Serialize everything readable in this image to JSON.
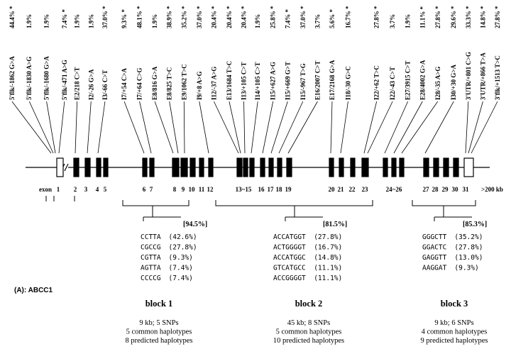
{
  "snps": [
    {
      "label": "5'flk/-1862 G>A",
      "freq": "44.4%",
      "star": true
    },
    {
      "label": "5'flk/-1830 A>G",
      "freq": "1.9%",
      "star": false
    },
    {
      "label": "5'flk/-1680 G>A",
      "freq": "1.9%",
      "star": false
    },
    {
      "label": "5'flk/-471 A>G",
      "freq": "7.4%",
      "star": true
    },
    {
      "label": "E2/218 C>T",
      "freq": "1.9%",
      "star": false
    },
    {
      "label": "I2/-26 G>A",
      "freq": "1.9%",
      "star": false
    },
    {
      "label": "I3/-66 C>T",
      "freq": "37.0%",
      "star": true
    },
    {
      "label": "I7/+54 C>A",
      "freq": "9.3%",
      "star": true
    },
    {
      "label": "I7/+64 C>G",
      "freq": "48.1%",
      "star": true
    },
    {
      "label": "E8/816 G>A",
      "freq": "1.9%",
      "star": false
    },
    {
      "label": "E8/825 T>C",
      "freq": "38.9%",
      "star": true
    },
    {
      "label": "E9/1062 T>C",
      "freq": "35.2%",
      "star": true
    },
    {
      "label": "I9/+8 A>G",
      "freq": "37.0%",
      "star": true
    },
    {
      "label": "I12/-37 A>G",
      "freq": "20.4%",
      "star": true
    },
    {
      "label": "E13/1684 T>C",
      "freq": "20.4%",
      "star": true
    },
    {
      "label": "I13/+105 C>T",
      "freq": "20.4%",
      "star": true
    },
    {
      "label": "I14/+105 C>T",
      "freq": "1.9%",
      "star": false
    },
    {
      "label": "I15/+627 A>G",
      "freq": "25.8%",
      "star": true
    },
    {
      "label": "I15/+669 G>T",
      "freq": "7.4%",
      "star": true
    },
    {
      "label": "I15/-967 T>G",
      "freq": "37.0%",
      "star": true
    },
    {
      "label": "E16/2007 C>T",
      "freq": "3.7%",
      "star": false
    },
    {
      "label": "E17/2168 G>A",
      "freq": "5.6%",
      "star": true
    },
    {
      "label": "I18/-30 G>C",
      "freq": "16.7%",
      "star": true
    },
    {
      "label": "I22/+62 T>C",
      "freq": "27.8%",
      "star": true
    },
    {
      "label": "I22/-43 C>T",
      "freq": "3.7%",
      "star": false
    },
    {
      "label": "E27/3915 C>T",
      "freq": "1.9%",
      "star": false
    },
    {
      "label": "E28/4002 G>A",
      "freq": "11.1%",
      "star": true
    },
    {
      "label": "I28/-35 A>G",
      "freq": "27.8%",
      "star": true
    },
    {
      "label": "I30/+30 G>A",
      "freq": "29.6%",
      "star": true
    },
    {
      "label": "3'UTR/+801 C>G",
      "freq": "33.3%",
      "star": true
    },
    {
      "label": "3'UTR/+866 T>A",
      "freq": "14.8%",
      "star": true
    },
    {
      "label": "3'flk/+1513 T>C",
      "freq": "27.8%",
      "star": true
    }
  ],
  "exon_axis": {
    "prefix": "exon",
    "labels": [
      "1",
      "2",
      "3",
      "4",
      "5",
      "6",
      "7",
      "8",
      "9",
      "10",
      "11",
      "12",
      "13~15",
      "16",
      "17",
      "18",
      "19",
      "20",
      "21",
      "22",
      "23",
      "24~26",
      "27",
      "28",
      "29",
      "30",
      "31"
    ],
    "tail": ">200 kb"
  },
  "blocks": [
    {
      "name": "block 1",
      "pct": "[94.5%]",
      "haplotypes": [
        {
          "seq": "CCTTA",
          "freq": "(42.6%)"
        },
        {
          "seq": "CGCCG",
          "freq": "(27.8%)"
        },
        {
          "seq": "CGTTA",
          "freq": "(9.3%)"
        },
        {
          "seq": "AGTTA",
          "freq": "(7.4%)"
        },
        {
          "seq": "CCCCG",
          "freq": "(7.4%)"
        }
      ],
      "summary": [
        "9 kb; 5 SNPs",
        "5 common haplotypes",
        "8 predicted haplotypes"
      ]
    },
    {
      "name": "block 2",
      "pct": "[81.5%]",
      "haplotypes": [
        {
          "seq": "ACCATGGT",
          "freq": "(27.8%)"
        },
        {
          "seq": "ACTGGGGT",
          "freq": "(16.7%)"
        },
        {
          "seq": "ACCATGGC",
          "freq": "(14.8%)"
        },
        {
          "seq": "GTCATGCC",
          "freq": "(11.1%)"
        },
        {
          "seq": "ACCGGGGT",
          "freq": "(11.1%)"
        }
      ],
      "summary": [
        "45 kb; 8 SNPs",
        "5 common haplotypes",
        "10 predicted haplotypes"
      ]
    },
    {
      "name": "block 3",
      "pct": "[85.3%]",
      "haplotypes": [
        {
          "seq": "GGGCTT",
          "freq": "(35.2%)"
        },
        {
          "seq": "GGACTC",
          "freq": "(27.8%)"
        },
        {
          "seq": "GAGGTT",
          "freq": "(13.0%)"
        },
        {
          "seq": "AAGGAT",
          "freq": "(9.3%)"
        }
      ],
      "summary": [
        "9 kb; 6 SNPs",
        "4 common haplotypes",
        "9 predicted haplotypes"
      ]
    }
  ],
  "panel_label": "(A): ABCC1"
}
